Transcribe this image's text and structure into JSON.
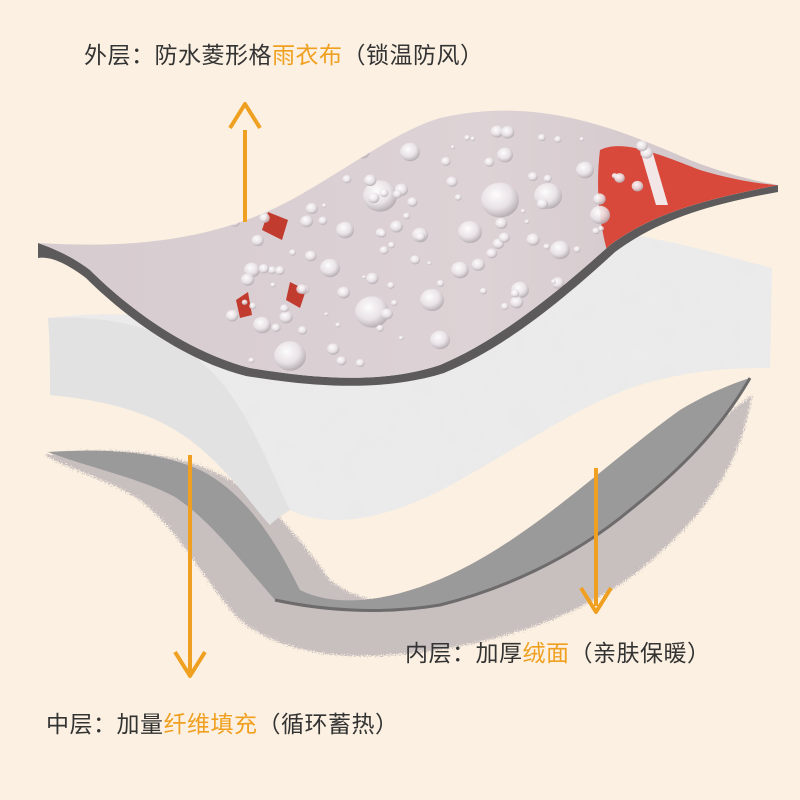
{
  "labels": {
    "outer": {
      "prefix": "外层：防水菱形格",
      "highlight": "雨衣布",
      "suffix": "（锁温防风）"
    },
    "inner": {
      "prefix": "内层：加厚",
      "highlight": "绒面",
      "suffix": "（亲肤保暖）"
    },
    "middle": {
      "prefix": "中层：加量",
      "highlight": "纤维填充",
      "suffix": "（循环蓄热）"
    }
  },
  "colors": {
    "background": "#fbf0e1",
    "text": "#333333",
    "highlight": "#f0a020",
    "arrow": "#f0a020",
    "outer_fabric": "#d9cfd2",
    "outer_edge": "#6e6a6c",
    "accent_red": "#d94a3c",
    "fiber": "#eeeeee",
    "lining_base": "#9a9898",
    "plush": "#c9c1c1"
  }
}
